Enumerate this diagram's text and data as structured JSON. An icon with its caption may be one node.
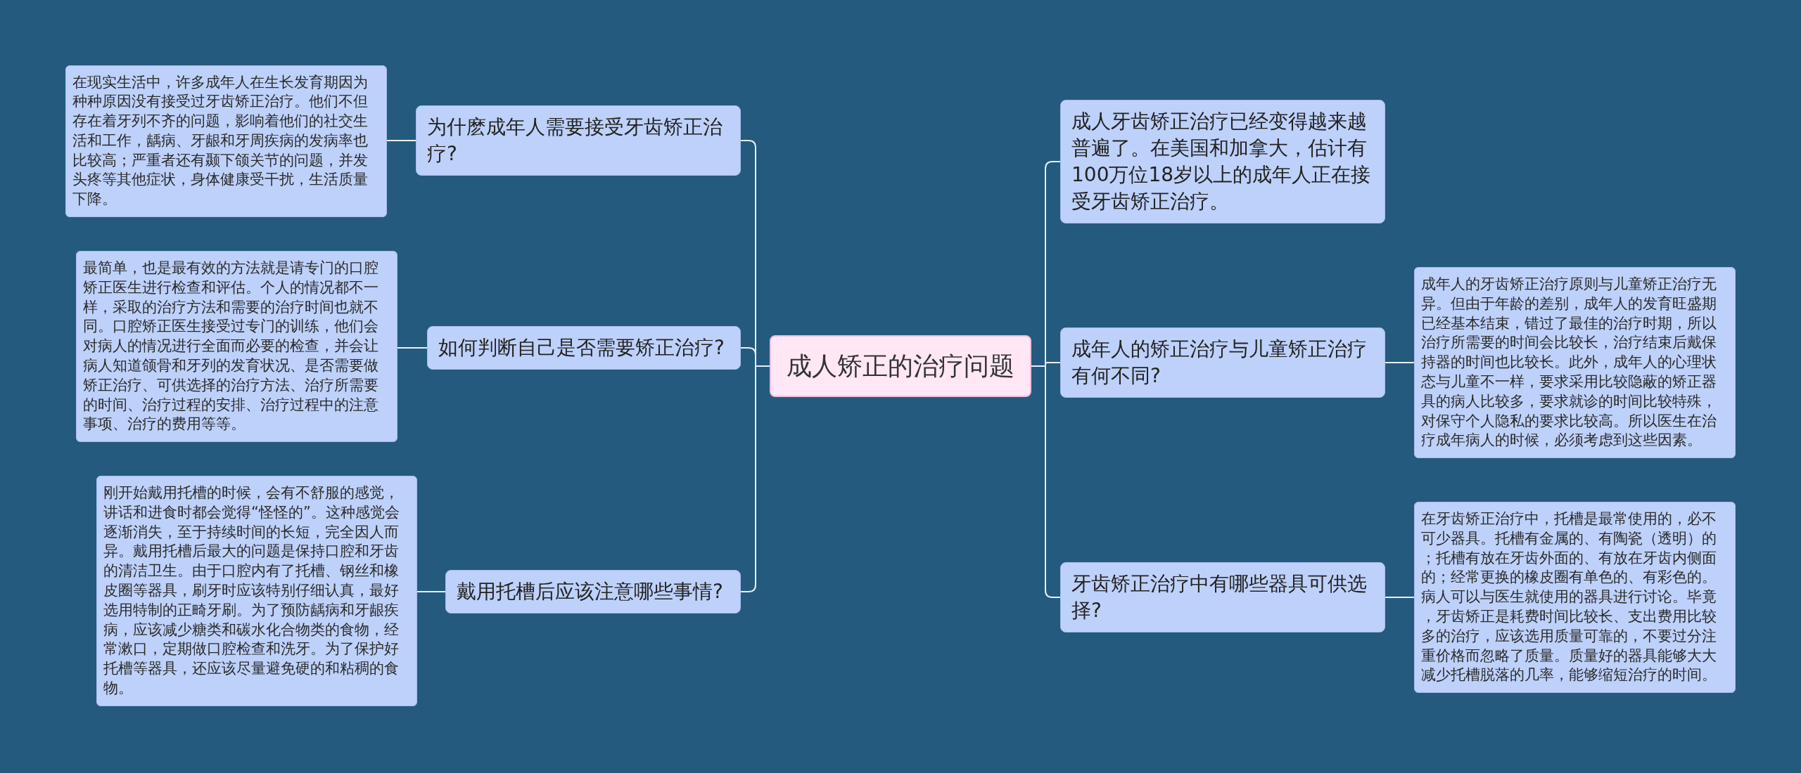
{
  "diagram": {
    "nodes": [
      {
        "text": [
          "成人矫正的治疗问题"
        ]
      },
      {
        "text": [
          "为什麽成年人需要接受牙齿矫正治疗?"
        ]
      },
      {
        "text": [
          "在现实生活中，许多成年人在生长发育期因为种种原因没有接受过牙齿矫正治疗。他们不但存在着牙列不齐的问题，影响着他们的社交生活和工作，龋病、牙龈和牙周疾病的发病率也比较高；严重者还有颞下颌关节的问题，并发头疼等其他症状，身体健康受干扰，生活质量下降。"
        ]
      },
      {
        "text": [
          "如何判断自己是否需要矫正治疗?"
        ]
      },
      {
        "text": [
          "最简单，也是最有效的方法就是请专门的口腔矫正医生进行检查和评估。个人的情况都不一样，采取的治疗方法和需要的治疗时间也就不同。口腔矫正医生接受过专门的训练，他们会对病人的情况进行全面而必要的检查，并会让病人知道颌骨和牙列的发育状况、是否需要做矫正治疗、可供选择的治疗方法、治疗所需要的时间、治疗过程的安排、治疗过程中的注意事项、治疗的费用等等。"
        ]
      },
      {
        "text": [
          "戴用托槽后应该注意哪些事情?"
        ]
      },
      {
        "text": [
          "刚开始戴用托槽的时候，会有不舒服的感觉，讲话和进食时都会觉得“怪怪的”。这种感觉会逐渐消失，至于持续时间的长短，完全因人而异。戴用托槽后最大的问题是保持口腔和牙齿的清洁卫生。由于口腔内有了托槽、钢丝和橡皮圈等器具，刷牙时应该特别仔细认真，最好选用特制的正畸牙刷。为了预防龋病和牙龈疾病，应该减少糖类和碳水化合物类的食物，经常漱口，定期做口腔检查和洗牙。为了保护好托槽等器具，还应该尽量避免硬的和粘稠的食物。"
        ]
      },
      {
        "text": [
          "成人牙齿矫正治疗已经变得越来越普遍了。在美国和加拿大，估计有100万位18岁以上的成年人正在接受牙齿矫正治疗。"
        ]
      },
      {
        "text": [
          "成年人的矫正治疗与儿童矫正治疗有何不同?"
        ]
      },
      {
        "text": [
          "成年人的牙齿矫正治疗原则与儿童矫正治疗无异。但由于年龄的差别，成年人的发育旺盛期已经基本结束，错过了最佳的治疗时期，所以治疗所需要的时间会比较长，治疗结束后戴保持器的时间也比较长。此外，成年人的心理状态与儿童不一样，要求采用比较隐蔽的矫正器具的病人比较多，要求就诊的时间比较特殊，对保守个人隐私的要求比较高。所以医生在治疗成年病人的时候，必须考虑到这些因素。"
        ]
      },
      {
        "text": [
          "牙齿矫正治疗中有哪些器具可供选择?"
        ]
      },
      {
        "text": [
          "在牙齿矫正治疗中，托槽是最常使用的，必不可少器具。托槽有金属的、有陶瓷（透明）的；托槽有放在牙齿外面的、有放在牙齿内侧面的；经常更换的橡皮圈有单色的、有彩色的。病人可以与医生就使用的器具进行讨论。毕竟，牙齿矫正是耗费时间比较长、支出费用比较多的治疗，应该选用质量可靠的，不要过分注重价格而忽略了质量。质量好的器具能够大大减少托槽脱落的几率，能够缩短治疗的时间。"
        ]
      }
    ],
    "edges": [
      {
        "from": 0,
        "to": 1,
        "arrow": "none"
      },
      {
        "from": 1,
        "to": 2,
        "arrow": "none"
      },
      {
        "from": 0,
        "to": 3,
        "arrow": "none"
      },
      {
        "from": 3,
        "to": 4,
        "arrow": "none"
      },
      {
        "from": 0,
        "to": 5,
        "arrow": "none"
      },
      {
        "from": 5,
        "to": 6,
        "arrow": "none"
      },
      {
        "from": 0,
        "to": 7,
        "arrow": "none"
      },
      {
        "from": 0,
        "to": 8,
        "arrow": "none"
      },
      {
        "from": 8,
        "to": 9,
        "arrow": "none"
      },
      {
        "from": 0,
        "to": 10,
        "arrow": "none"
      },
      {
        "from": 10,
        "to": 11,
        "arrow": "none"
      }
    ]
  }
}
